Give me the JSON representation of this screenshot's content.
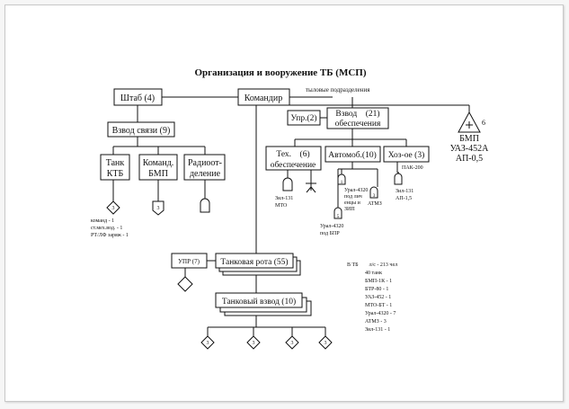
{
  "title": "Организация и вооружение ТБ (МСП)",
  "nodes": {
    "commander": "Командир",
    "staff": "Штаб (4)",
    "comm_platoon": "Взвод связи (9)",
    "tank_ktb": [
      "Танк",
      "КТБ"
    ],
    "command_bmp": [
      "Команд.",
      "БМП"
    ],
    "radio_section": [
      "Радиоот-",
      "деление"
    ],
    "rear_label": "тыловые подразделения",
    "control": "Упр.(2)",
    "support_platoon": [
      "Взвод    (21)",
      "обеспечения"
    ],
    "tech_support": [
      "Тех.    (6)",
      "обеспечение"
    ],
    "auto": "Автомоб.(10)",
    "household": "Хоз-ое (3)",
    "medical_num": "6",
    "medical_vehicles": [
      "БМП",
      "УАЗ-452А",
      "АП-0,5"
    ],
    "upr7": "УПР (7)",
    "tank_company": "Танковая рота (55)",
    "tank_platoon": "Танковый взвод (10)"
  },
  "markers": {
    "staff_tank": "3",
    "staff_bmp": "3",
    "auto_1": "1",
    "auto_2": "3",
    "auto_3": "5",
    "platoon_tanks": [
      "3",
      "3",
      "3",
      "3"
    ]
  },
  "notes": {
    "staff_equipment": [
      "команд - 1",
      "ст.мех.вод. - 1",
      "РТ/ЛФ заряж - 1"
    ],
    "tech": [
      "Зил-131",
      "МТО"
    ],
    "auto_1": [
      "Урал-4320",
      "под лич",
      "енцы и",
      "ЗИП"
    ],
    "auto_2": [
      "АТМЗ"
    ],
    "auto_3": [
      "Урал-4320",
      "под БПР"
    ],
    "household_top": "ПАК-200",
    "household_bottom": [
      "Зил-131",
      "АП-1,5"
    ]
  },
  "summary": {
    "head": "В ТБ        л/с - 213 чел",
    "items": [
      "40 танк",
      "БМП-1К - 1",
      "БТР-80 - 1",
      "УАЗ-452 - 1",
      "МТО-БТ - 1",
      "Урал-4320 - 7",
      "АТМЗ - 3",
      "Зил-131 - 1"
    ]
  },
  "colors": {
    "ink": "#111111",
    "paper": "#ffffff",
    "frame": "#f6f6f6"
  }
}
